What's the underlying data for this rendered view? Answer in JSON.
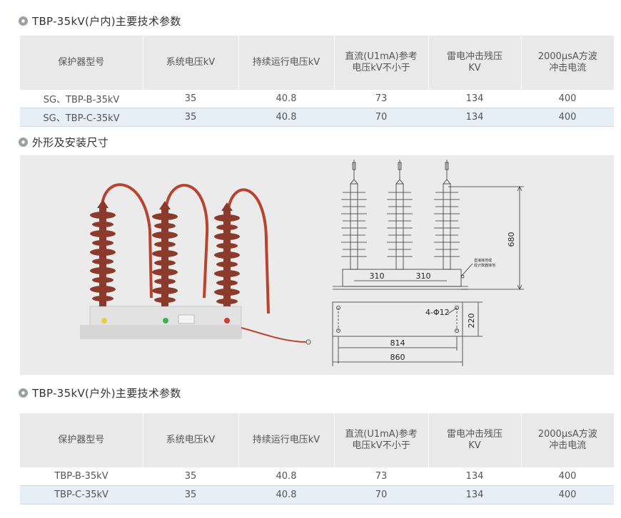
{
  "section1": {
    "title": "TBP-35kV(户内)主要技术参数"
  },
  "section2": {
    "title": "外形及安装尺寸"
  },
  "section3": {
    "title": "TBP-35kV(户外)主要技术参数"
  },
  "table_headers": {
    "col1": "保护器型号",
    "col2": "系统电压kV",
    "col3": "持续运行电压kV",
    "col4_line1": "直流(U1mA)参考",
    "col4_line2": "电压kV不小于",
    "col5_line1": "雷电冲击残压",
    "col5_line2": "KV",
    "col6_line1": "2000μsA方波",
    "col6_line2": "冲击电流"
  },
  "indoor_rows": [
    {
      "model": "SG、TBP-B-35kV",
      "voltage": "35",
      "continuous": "40.8",
      "dc_ref": "73",
      "impulse": "134",
      "square_wave": "400"
    },
    {
      "model": "SG、TBP-C-35kV",
      "voltage": "35",
      "continuous": "40.8",
      "dc_ref": "70",
      "impulse": "134",
      "square_wave": "400"
    }
  ],
  "outdoor_rows": [
    {
      "model": "TBP-B-35kV",
      "voltage": "35",
      "continuous": "40.8",
      "dc_ref": "73",
      "impulse": "134",
      "square_wave": "400"
    },
    {
      "model": "TBP-C-35kV",
      "voltage": "35",
      "continuous": "40.8",
      "dc_ref": "70",
      "impulse": "134",
      "square_wave": "400"
    }
  ],
  "drawing": {
    "height_dim": "680",
    "spacing_left": "310",
    "spacing_right": "310",
    "ground_note_line1": "直接接地或",
    "ground_note_line2": "经计数器接地",
    "holes": "4-Φ12",
    "depth_dim": "220",
    "hole_span": "814",
    "total_width": "860"
  },
  "colors": {
    "header_bg": "#e9e9ea",
    "alt_row_bg": "#e6eef6",
    "insulator": "#8b3a2c",
    "base": "#e4e4e4"
  }
}
